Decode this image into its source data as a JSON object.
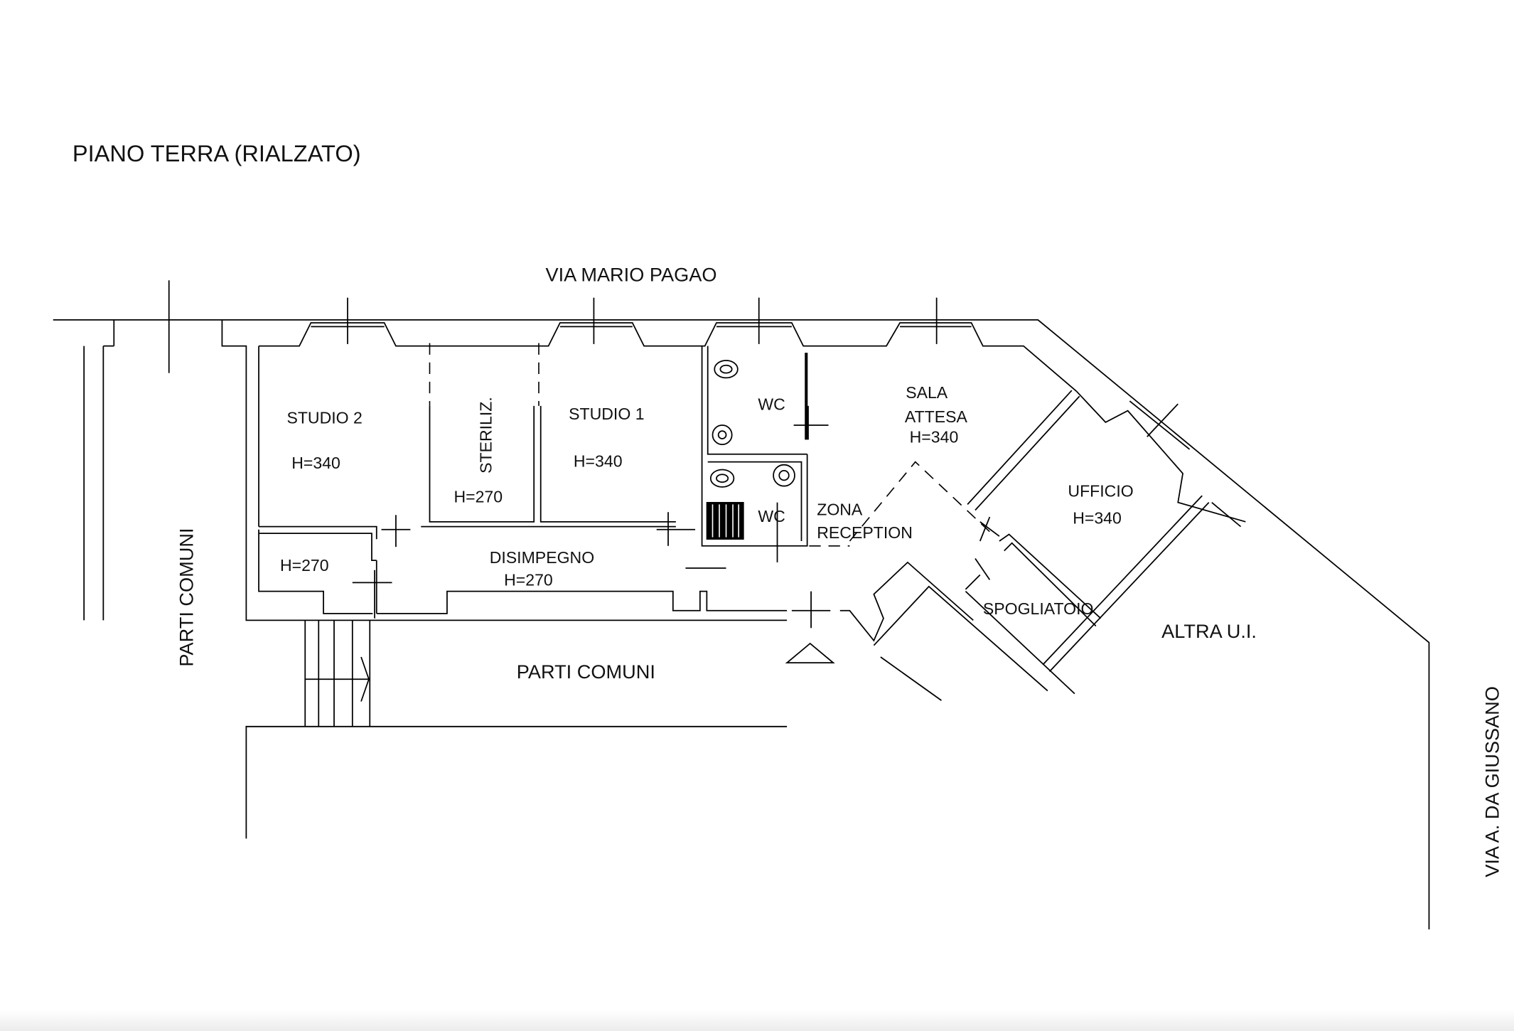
{
  "title": "PIANO TERRA (RIALZATO)",
  "streets": {
    "top": "VIA MARIO PAGAO",
    "right": "VIA A. DA GIUSSANO"
  },
  "areas": {
    "parti_comuni_left": "PARTI COMUNI",
    "parti_comuni_bottom": "PARTI COMUNI",
    "altra_ui": "ALTRA U.I."
  },
  "rooms": {
    "studio2": {
      "name": "STUDIO 2",
      "height": "H=340"
    },
    "steriliz": {
      "name": "STERILIZ.",
      "height": "H=270"
    },
    "studio1": {
      "name": "STUDIO 1",
      "height": "H=340"
    },
    "wc1": {
      "name": "WC"
    },
    "wc2": {
      "name": "WC"
    },
    "sala_attesa": {
      "name1": "SALA",
      "name2": "ATTESA",
      "height": "H=340"
    },
    "ufficio": {
      "name": "UFFICIO",
      "height": "H=340"
    },
    "zona_reception": {
      "name1": "ZONA",
      "name2": "RECEPTION"
    },
    "spogliatoio": {
      "name": "SPOGLIATOIO"
    },
    "disimpegno": {
      "name": "DISIMPEGNO",
      "height": "H=270"
    },
    "ripostiglio": {
      "height": "H=270"
    }
  }
}
